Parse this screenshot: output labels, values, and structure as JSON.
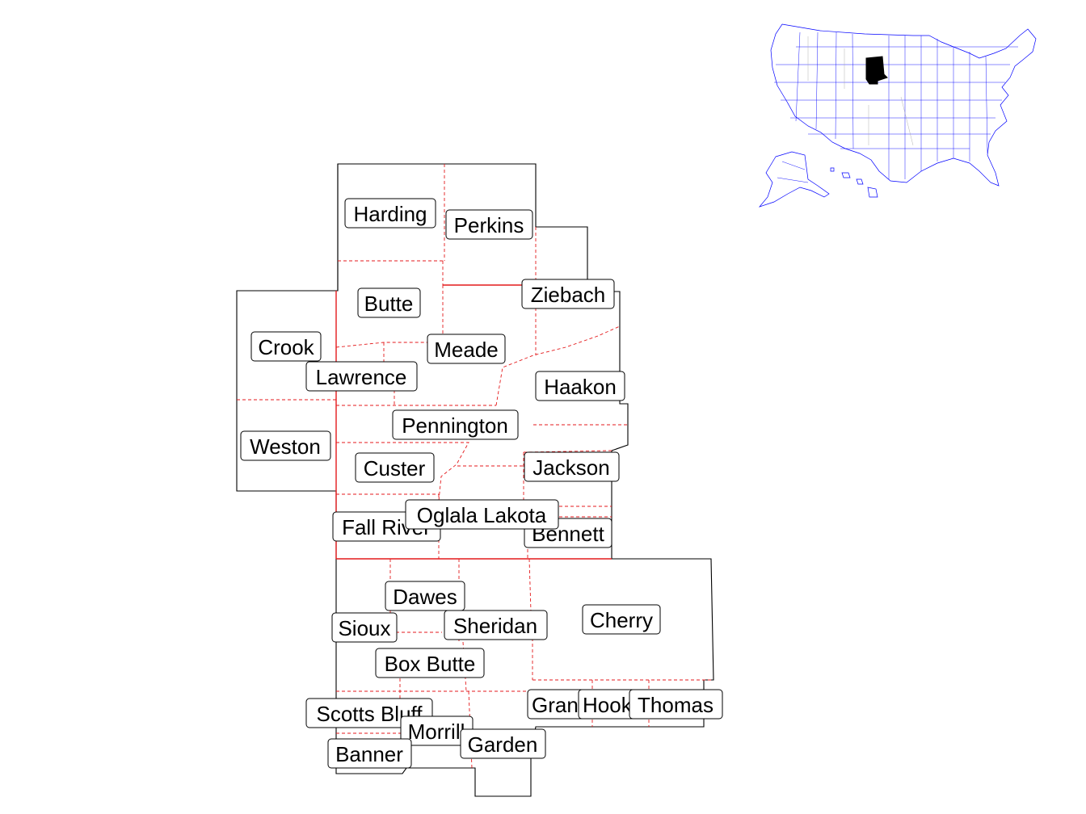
{
  "map": {
    "region_name": "",
    "colors": {
      "background": "#ffffff",
      "outline": "#000000",
      "internal_borders": "#e41a1c",
      "inset_borders": "#0000ff",
      "inset_highlight": "#000000"
    },
    "county_labels": [
      {
        "id": "harding",
        "text": "Harding"
      },
      {
        "id": "perkins",
        "text": "Perkins"
      },
      {
        "id": "butte",
        "text": "Butte"
      },
      {
        "id": "ziebach",
        "text": "Ziebach"
      },
      {
        "id": "crook",
        "text": "Crook"
      },
      {
        "id": "meade",
        "text": "Meade"
      },
      {
        "id": "lawrence",
        "text": "Lawrence"
      },
      {
        "id": "haakon",
        "text": "Haakon"
      },
      {
        "id": "pennington",
        "text": "Pennington"
      },
      {
        "id": "weston",
        "text": "Weston"
      },
      {
        "id": "custer",
        "text": "Custer"
      },
      {
        "id": "jackson",
        "text": "Jackson"
      },
      {
        "id": "fall-river",
        "text": "Fall River"
      },
      {
        "id": "oglala-lakota",
        "text": "Oglala Lakota"
      },
      {
        "id": "bennett",
        "text": "Bennett"
      },
      {
        "id": "dawes",
        "text": "Dawes"
      },
      {
        "id": "cherry",
        "text": "Cherry"
      },
      {
        "id": "sioux",
        "text": "Sioux"
      },
      {
        "id": "sheridan",
        "text": "Sheridan"
      },
      {
        "id": "box-butte",
        "text": "Box Butte"
      },
      {
        "id": "grant",
        "text": "Grant"
      },
      {
        "id": "hooker",
        "text": "Hooker"
      },
      {
        "id": "thomas",
        "text": "Thomas"
      },
      {
        "id": "scotts-bluff",
        "text": "Scotts Bluff"
      },
      {
        "id": "morrill",
        "text": "Morrill"
      },
      {
        "id": "garden",
        "text": "Garden"
      },
      {
        "id": "banner",
        "text": "Banner"
      }
    ],
    "inset": {
      "description_icon": "us-locator-inset-icon"
    }
  }
}
